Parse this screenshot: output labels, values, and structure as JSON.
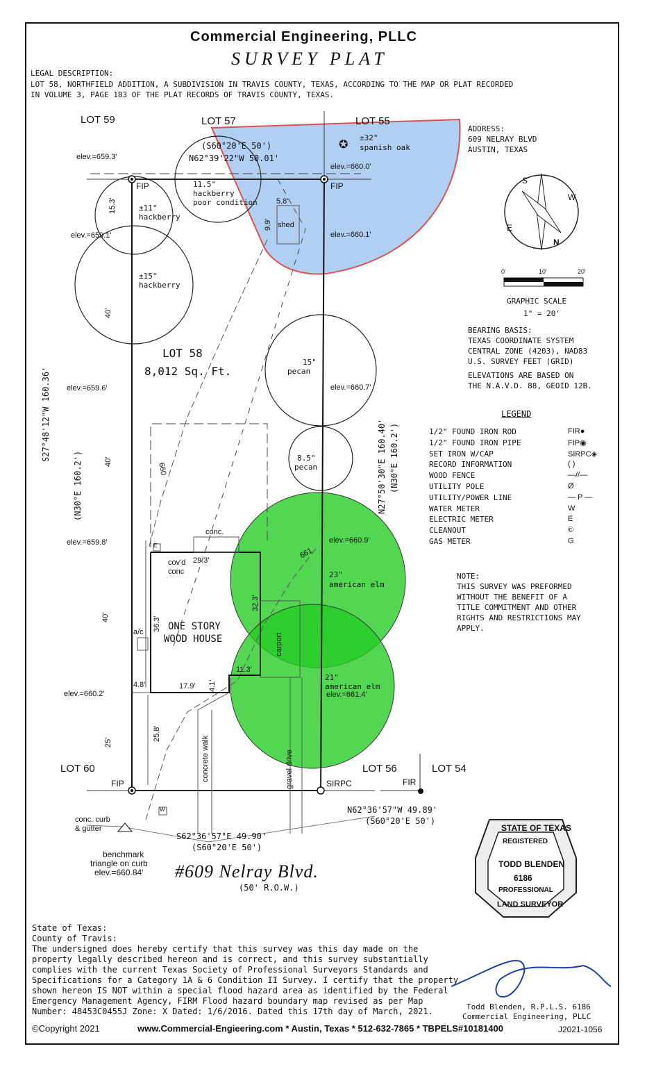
{
  "header": {
    "company": "Commercial Engineering, PLLC",
    "doc_title": "SURVEY  PLAT",
    "legal_heading": "LEGAL DESCRIPTION:",
    "legal_line1": "LOT 58, NORTHFIELD ADDITION, A SUBDIVISION IN TRAVIS COUNTY, TEXAS, ACCORDING TO THE MAP OR PLAT RECORDED",
    "legal_line2": "IN VOLUME 3, PAGE 183 OF THE PLAT RECORDS OF TRAVIS COUNTY, TEXAS."
  },
  "address": {
    "label": "ADDRESS:",
    "line1": "609 NELRAY BLVD",
    "line2": "AUSTIN, TEXAS"
  },
  "compass": {
    "s": "S",
    "w": "W",
    "n": "N",
    "e": "E"
  },
  "scale": {
    "t0": "0'",
    "t10": "10'",
    "t20": "20'",
    "label": "GRAPHIC SCALE",
    "ratio": "1\" = 20'"
  },
  "bearing": {
    "l1": "BEARING BASIS:",
    "l2": "TEXAS COORDINATE SYSTEM",
    "l3": "CENTRAL ZONE (4203), NAD83",
    "l4": "U.S. SURVEY FEET (GRID)",
    "l5": "ELEVATIONS ARE BASED ON",
    "l6": "THE N.A.V.D. 88, GEOID 12B."
  },
  "legend": {
    "title": "LEGEND",
    "items": [
      {
        "label": "1/2\" FOUND IRON ROD",
        "sym": "FIR●"
      },
      {
        "label": "1/2\" FOUND IRON PIPE",
        "sym": "FIP◉"
      },
      {
        "label": "SET IRON W/CAP",
        "sym": "SIRPC◈"
      },
      {
        "label": "RECORD INFORMATION",
        "sym": "(    )"
      },
      {
        "label": "WOOD FENCE",
        "sym": "—//—"
      },
      {
        "label": "UTILITY POLE",
        "sym": "Ø"
      },
      {
        "label": "UTILITY/POWER LINE",
        "sym": "— P —"
      },
      {
        "label": "WATER METER",
        "sym": "W"
      },
      {
        "label": "ELECTRIC METER",
        "sym": "E"
      },
      {
        "label": "CLEANOUT",
        "sym": "©"
      },
      {
        "label": "GAS METER",
        "sym": "G"
      }
    ]
  },
  "note": {
    "l1": "NOTE:",
    "l2": "THIS SURVEY WAS PREFORMED",
    "l3": "WITHOUT THE BENEFIT OF A",
    "l4": "TITLE COMMITMENT AND OTHER",
    "l5": "RIGHTS AND RESTRICTIONS MAY",
    "l6": "APPLY."
  },
  "plat": {
    "lot59": "LOT 59",
    "lot57": "LOT 57",
    "lot55": "LOT 55",
    "lot60": "LOT 60",
    "lot56": "LOT 56",
    "lot54": "LOT 54",
    "lot58": "LOT 58",
    "area": "8,012 Sq. Ft.",
    "north_record": "(S60°20'E 50')",
    "north_bearing": "N62°39'22\"W 50.01'",
    "south_bearing": "S62°36'57\"E 49.90'",
    "south_record": "(S60°20'E 50')",
    "lot56_bearing": "N62°36'57\"W 49.89'",
    "lot56_record": "(S60°20'E 50')",
    "west_bearing": "S27°48'12\"W 160.36'",
    "west_record": "(N30°E 160.2')",
    "east_bearing": "N27°50'30\"E 160.40'",
    "east_record": "(N30°E 160.2')",
    "fip1": "FIP",
    "fip2": "FIP",
    "fip3": "FIP",
    "sirpc": "SIRPC",
    "fir": "FIR",
    "e1": "elev.=659.3'",
    "e2": "elev.=659.1'",
    "e3": "elev.=659.6'",
    "e4": "elev.=659.8'",
    "e5": "elev.=660.2'",
    "e6": "elev.=660.0'",
    "e7": "elev.=660.1'",
    "e8": "elev.=660.7'",
    "e9": "elev.=660.9'",
    "e10": "elev.=661.4'",
    "d153": "15.3'",
    "d40a": "40'",
    "d40b": "40'",
    "d40c": "40'",
    "d25": "25'",
    "oak1": "±32\"",
    "oak2": "spanish oak",
    "hb1a": "11.5\"",
    "hb1b": "hackberry",
    "hb1c": "poor condition",
    "hb2a": "±11\"",
    "hb2b": "hackberry",
    "hb3a": "±15\"",
    "hb3b": "hackberry",
    "pc1a": "15\"",
    "pc1b": "pecan",
    "pc2a": "8.5\"",
    "pc2b": "pecan",
    "el1a": "23\"",
    "el1b": "american elm",
    "el2a": "21\"",
    "el2b": "american elm",
    "shed": "shed",
    "s58": "5.8'",
    "s99": "9.9'",
    "c660": "660",
    "c661": "661",
    "conc": "conc.",
    "covd1": "cov'd",
    "covd2": "conc",
    "d293": "29.3'",
    "d323": "32.3'",
    "d363": "36.3'",
    "house1": "ONE STORY",
    "house2": "WOOD HOUSE",
    "ac": "a/c",
    "carport": "carport",
    "d113": "11.3'",
    "d179": "17.9'",
    "d41": "4.1'",
    "d48": "4.8'",
    "d258": "25.8'",
    "walk": "concrete walk",
    "gravel": "gravel drive",
    "curb1": "conc. curb",
    "curb2": "& gutter",
    "bm1": "benchmark",
    "bm2": "triangle on curb",
    "bm3": "elev.=660.84'",
    "street": "#609 Nelray Blvd.",
    "row": "(50' R.O.W.)",
    "W": "W",
    "E": "E"
  },
  "cert": {
    "l1": "State of Texas:",
    "l2": "County of Travis:",
    "l3": "The undersigned does hereby certify that this survey was this day made on the",
    "l4": "property legally described hereon and is correct, and this survey substantially",
    "l5": "complies with the current Texas Society of Professional Surveyors Standards and",
    "l6": "Specifications for a Category 1A & 6 Condition II Survey. I certify that the property",
    "l7": "shown hereon IS NOT within a special flood hazard area as identified by the Federal",
    "l8": "Emergency Management Agency, FIRM Flood hazard boundary map revised as per Map",
    "l9": "Number: 48453C0455J Zone: X Dated: 1/6/2016. Dated this 17th day of March, 2021."
  },
  "seal": {
    "top": "STATE OF TEXAS",
    "reg": "REGISTERED",
    "name": "TODD BLENDEN",
    "num": "6186",
    "prof": "PROFESSIONAL",
    "bottom": "LAND SURVEYOR"
  },
  "signer": {
    "l1": "Todd Blenden, R.P.L.S. 6186",
    "l2": "Commercial Engineering, PLLC"
  },
  "footer": {
    "copyright": "©Copyright 2021",
    "contact": "www.Commercial-Engieering.com * Austin, Texas * 512-632-7865 * TBPELS#10181400",
    "job": "J2021-1056"
  },
  "colors": {
    "oak_fill": "#9dc3f0",
    "oak_stroke": "#d9534f",
    "elm_fill": "#22cc22"
  }
}
